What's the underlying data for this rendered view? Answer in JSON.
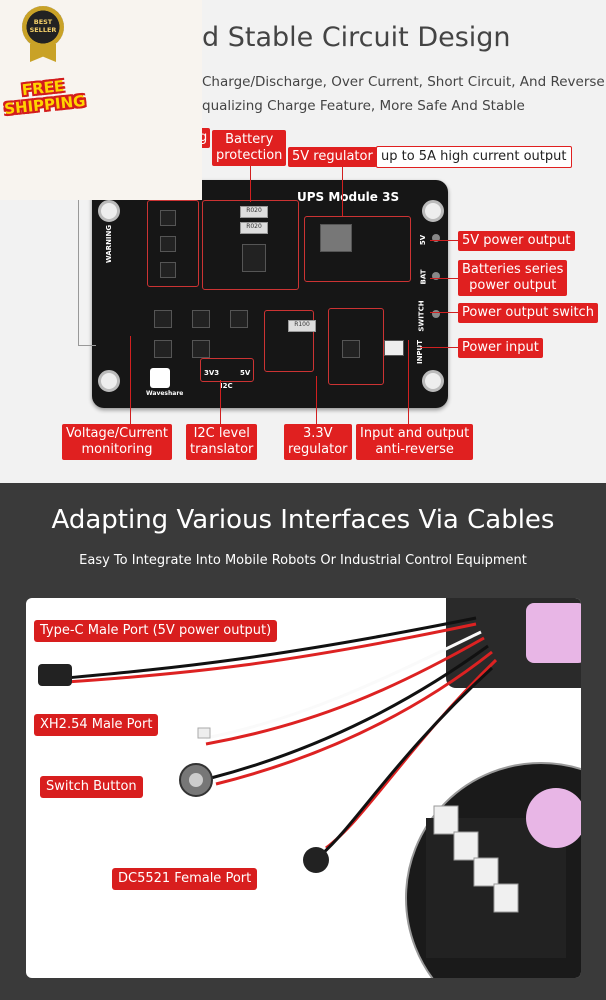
{
  "badges": {
    "seal_text": "BEST SELLER",
    "shipping_text": "FREE SHIPPING"
  },
  "section1": {
    "title": "d Stable Circuit Design",
    "subtitle_line1": "Charge/Discharge, Over Current, Short Circuit, And Reverse",
    "subtitle_line2": "qualizing Charge Feature, More Safe And Stable"
  },
  "board": {
    "name": "UPS Module 3S",
    "warning": "WARNING",
    "brand": "Waveshare",
    "i2c": "I2C",
    "v3v3": "3V3",
    "v5": "5V",
    "port_5v": "5V",
    "port_bat": "BAT",
    "port_switch": "SWITCH",
    "port_input": "INPUT",
    "r020_a": "R020",
    "r020_b": "R020",
    "r100": "R100"
  },
  "callouts_top": {
    "fragment": "g",
    "battery_protection": "Battery\nprotection",
    "regulator_5v": "5V regulator",
    "regulator_5v_note": "up to 5A high current output",
    "power_output_5v": "5V power output",
    "batteries_series": "Batteries series\npower output",
    "power_switch": "Power output switch",
    "power_input": "Power input",
    "voltage_current": "Voltage/Current\nmonitoring",
    "i2c_translator": "I2C level\ntranslator",
    "regulator_3v3": "3.3V\nregulator",
    "anti_reverse": "Input and output\nanti-reverse"
  },
  "section2": {
    "title": "Adapting Various Interfaces Via Cables",
    "subtitle": "Easy To Integrate Into Mobile Robots Or Industrial Control Equipment"
  },
  "callouts_bottom": {
    "typec": "Type-C Male Port (5V power output)",
    "xh254": "XH2.54 Male Port",
    "switch": "Switch Button",
    "dc5521": "DC5521 Female Port"
  },
  "colors": {
    "accent_red": "#e02020",
    "board_black": "#161616",
    "dark_bg": "#3a3a3a"
  }
}
